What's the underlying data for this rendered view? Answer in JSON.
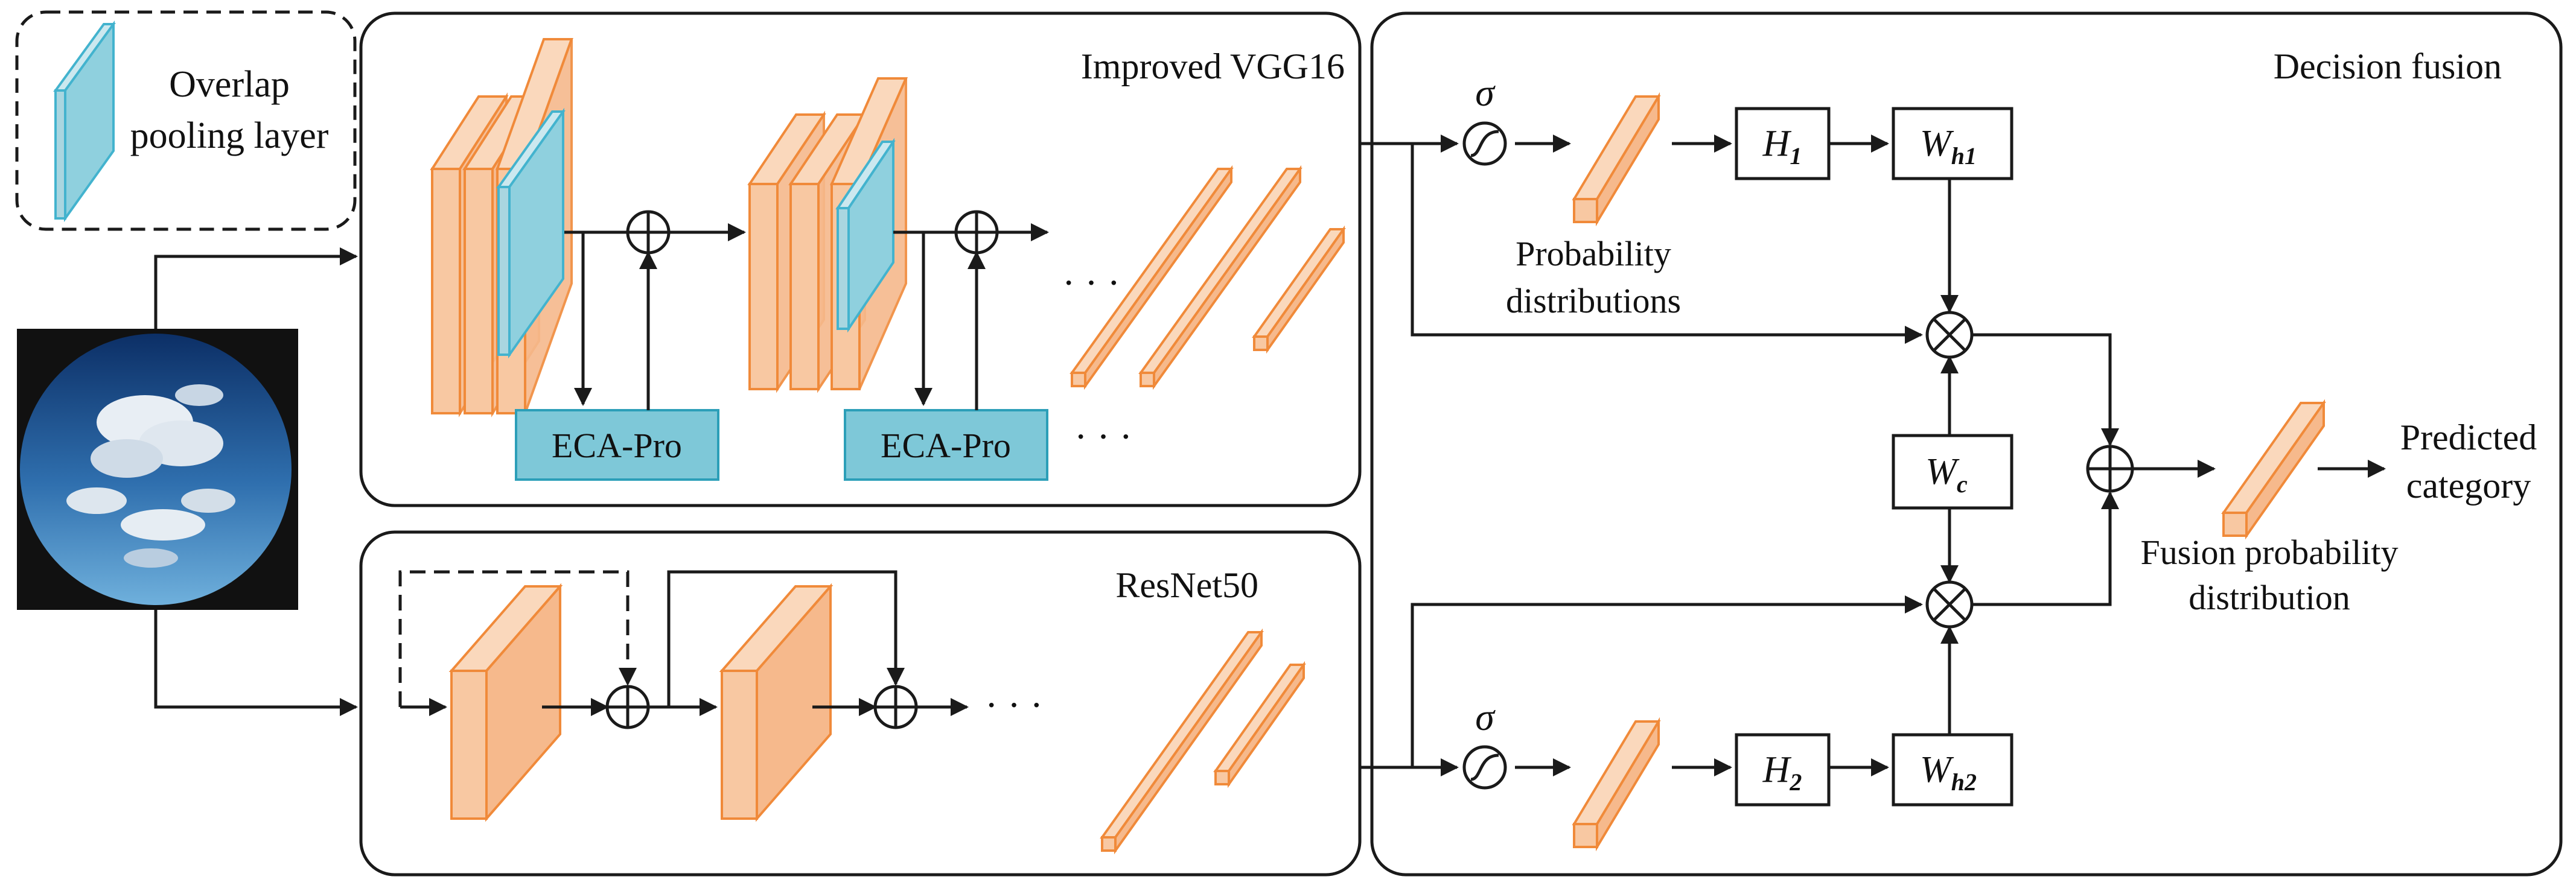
{
  "colors": {
    "stroke": "#1a1a1a",
    "orange_fill": "#f8c8a2",
    "orange_stroke": "#f08a3a",
    "blue_fill": "#a9d6e0",
    "blue_stroke": "#43b3ce",
    "eca_fill": "#7ec8d8",
    "eca_stroke": "#2c9fb8"
  },
  "legend": {
    "line1": "Overlap",
    "line2": "pooling layer",
    "icon": "overlap-pooling-layer-icon"
  },
  "vgg": {
    "title": "Improved VGG16",
    "eca1": "ECA-Pro",
    "eca2": "ECA-Pro",
    "dots1": "· · ·",
    "dots2": "· · ·"
  },
  "resnet": {
    "title": "ResNet50",
    "dots": "· · ·"
  },
  "input_image": {
    "icon": "sky-image-icon"
  },
  "fusion": {
    "title": "Decision fusion",
    "sigma1": "σ",
    "sigma2": "σ",
    "prob_line1": "Probability",
    "prob_line2": "distributions",
    "H1": "H",
    "H1_sub": "1",
    "H2": "H",
    "H2_sub": "2",
    "Wh1": "W",
    "Wh1_sub": "h1",
    "Wh2": "W",
    "Wh2_sub": "h2",
    "Wc": "W",
    "Wc_sub": "c",
    "fusion_line1": "Fusion probability",
    "fusion_line2": "distribution",
    "pred_line1": "Predicted",
    "pred_line2": "category"
  }
}
